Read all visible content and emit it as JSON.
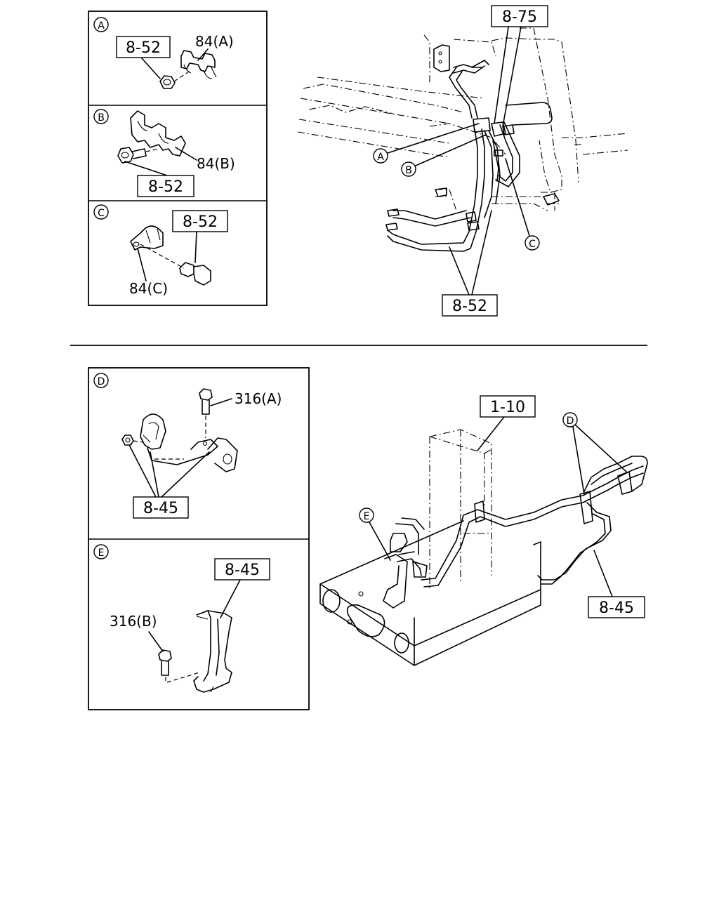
{
  "divider": true,
  "top": {
    "detail_a": {
      "marker": "A",
      "ref_box": "8-52",
      "part": "84(A)"
    },
    "detail_b": {
      "marker": "B",
      "ref_box": "8-52",
      "part": "84(B)"
    },
    "detail_c": {
      "marker": "C",
      "ref_box": "8-52",
      "part": "84(C)"
    },
    "main": {
      "ref_top": "8-75",
      "ref_bottom": "8-52",
      "marker_a": "A",
      "marker_b": "B",
      "marker_c": "C"
    }
  },
  "bottom": {
    "detail_d": {
      "marker": "D",
      "part": "316(A)",
      "ref_box": "8-45"
    },
    "detail_e": {
      "marker": "E",
      "part": "316(B)",
      "ref_box": "8-45"
    },
    "main": {
      "ref_top": "1-10",
      "ref_right": "8-45",
      "marker_d": "D",
      "marker_e": "E"
    }
  }
}
